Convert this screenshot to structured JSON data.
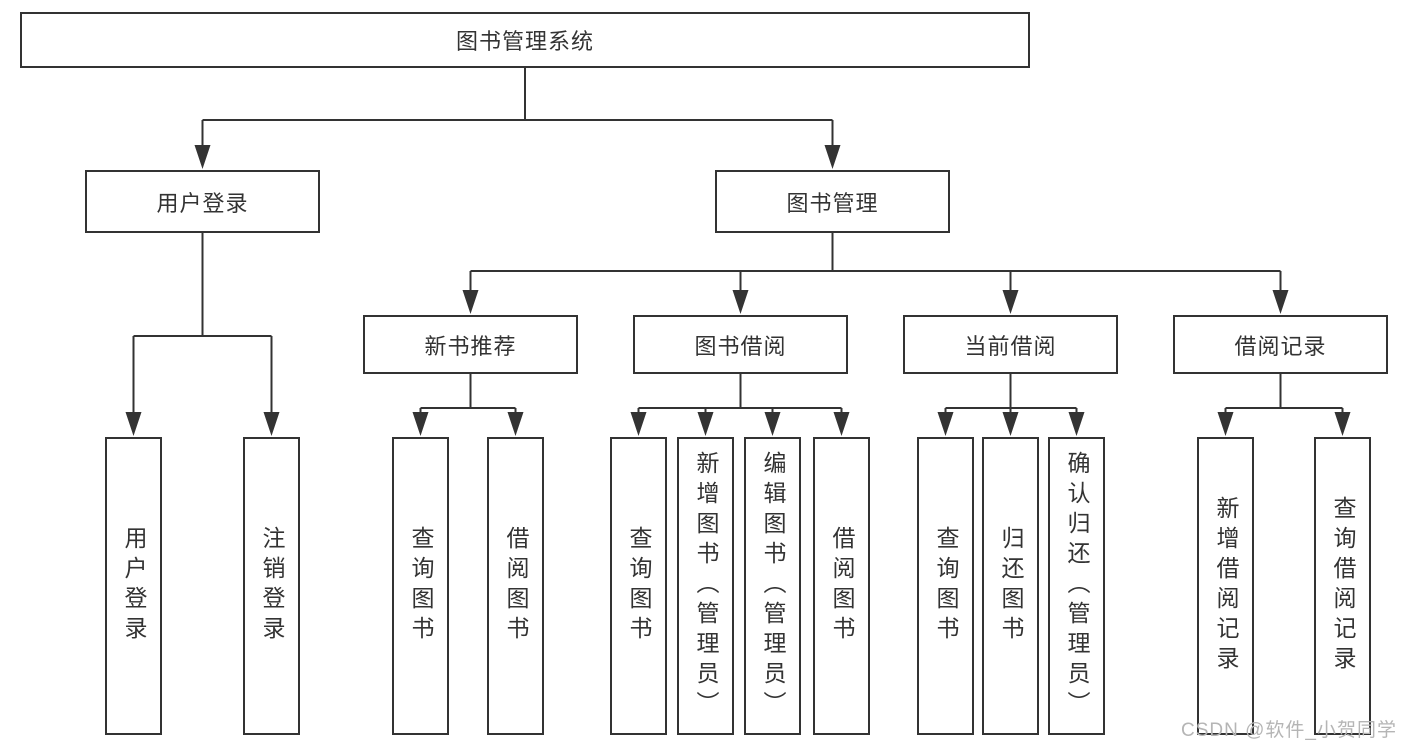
{
  "page": {
    "background": "#ffffff"
  },
  "colors": {
    "line": "#333333",
    "box_border": "#333333",
    "text": "#333333",
    "watermark": "#b5b5b5"
  },
  "watermark": {
    "text": "CSDN @软件_小贺同学"
  },
  "diagram": {
    "type": "hierarchy-tree",
    "root": {
      "label": "图书管理系统"
    },
    "level1": [
      {
        "label": "用户登录"
      },
      {
        "label": "图书管理"
      }
    ],
    "level2": [
      {
        "label": "新书推荐",
        "parent": "图书管理"
      },
      {
        "label": "图书借阅",
        "parent": "图书管理"
      },
      {
        "label": "当前借阅",
        "parent": "图书管理"
      },
      {
        "label": "借阅记录",
        "parent": "图书管理"
      }
    ],
    "leaves": [
      {
        "label": "用户登录",
        "parent": "用户登录"
      },
      {
        "label": "注销登录",
        "parent": "用户登录"
      },
      {
        "label": "查询图书",
        "parent": "新书推荐"
      },
      {
        "label": "借阅图书",
        "parent": "新书推荐"
      },
      {
        "label": "查询图书",
        "parent": "图书借阅"
      },
      {
        "label": "新增图书（管理员）",
        "parent": "图书借阅"
      },
      {
        "label": "编辑图书（管理员）",
        "parent": "图书借阅"
      },
      {
        "label": "借阅图书",
        "parent": "图书借阅"
      },
      {
        "label": "查询图书",
        "parent": "当前借阅"
      },
      {
        "label": "归还图书",
        "parent": "当前借阅"
      },
      {
        "label": "确认归还（管理员）",
        "parent": "当前借阅"
      },
      {
        "label": "新增借阅记录",
        "parent": "借阅记录"
      },
      {
        "label": "查询借阅记录",
        "parent": "借阅记录"
      }
    ]
  }
}
